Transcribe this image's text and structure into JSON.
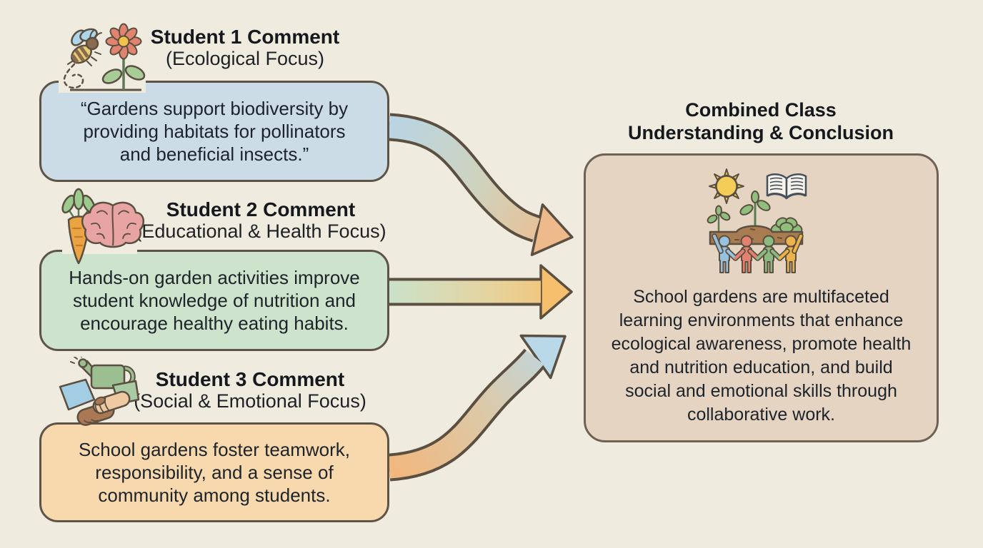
{
  "page": {
    "background_color": "#f0ebdf",
    "outline_color": "#5d5347",
    "text_color": "#1d232b"
  },
  "students": [
    {
      "title": "Student 1 Comment",
      "subtitle": "(Ecological Focus)",
      "quote": "“Gardens support biodiversity by\nproviding habitats for pollinators\nand beneficial insects.”",
      "box_color": "#ccdce7",
      "icons": [
        "bee-icon",
        "flower-icon"
      ]
    },
    {
      "title": "Student 2 Comment",
      "subtitle": "(Educational & Health Focus)",
      "quote": "Hands-on garden activities improve\nstudent knowledge of nutrition and\nencourage healthy eating habits.",
      "box_color": "#cee3cb",
      "icons": [
        "carrot-icon",
        "brain-icon"
      ]
    },
    {
      "title": "Student 3 Comment",
      "subtitle": "(Social & Emotional Focus)",
      "quote": "School gardens foster teamwork,\nresponsibility, and a sense of\ncommunity among students.",
      "box_color": "#f8d9ae",
      "icons": [
        "watering-can-icon",
        "handshake-icon"
      ]
    }
  ],
  "conclusion": {
    "title": "Combined Class\nUnderstanding & Conclusion",
    "text": "School gardens are multifaceted\nlearning environments that enhance\necological awareness, promote health\nand nutrition education, and build\nsocial and emotional skills through\ncollaborative work.",
    "box_color": "#e5d4c1",
    "icons": [
      "sun-icon",
      "open-book-icon",
      "garden-plants-icon",
      "soil-icon",
      "children-holding-hands-icon"
    ]
  },
  "arrows": [
    {
      "from": "student-1",
      "to": "conclusion",
      "shape": "s-curve-down",
      "gradient": [
        "#b9d4e3",
        "#efba8b"
      ]
    },
    {
      "from": "student-2",
      "to": "conclusion",
      "shape": "straight",
      "gradient": [
        "#cae1ca",
        "#f5bf6e"
      ]
    },
    {
      "from": "student-3",
      "to": "conclusion",
      "shape": "s-curve-up",
      "gradient": [
        "#f1b77d",
        "#b9d9e8"
      ]
    }
  ]
}
